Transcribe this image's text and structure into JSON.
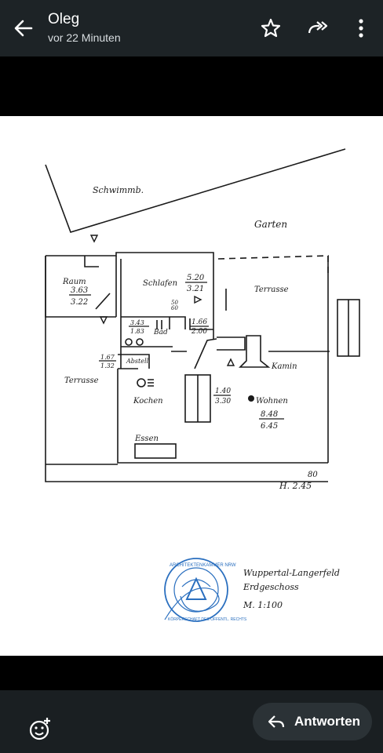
{
  "header": {
    "sender_name": "Oleg",
    "timestamp": "vor 22 Minuten",
    "icons": [
      "back-arrow-icon",
      "star-icon",
      "forward-icon",
      "more-vert-icon"
    ]
  },
  "floorplan": {
    "labels": {
      "pool": "Schwimmb.",
      "garden": "Garten",
      "room": "Raum",
      "room_w": "3.63",
      "room_d": "3.22",
      "bedroom": "Schlafen",
      "bedroom_w": "5.20",
      "bedroom_d": "3.21",
      "terrace_right": "Terrasse",
      "terrace_left": "Terrasse",
      "bath_w": "3.43",
      "bath_d": "1.83",
      "bath": "Bad",
      "hall_w": "1.66",
      "hall_d": "2.00",
      "small_top": "50",
      "small_bottom": "60",
      "storage_w": "1.67",
      "storage_d": "1.32",
      "storage": "Abstell",
      "fireplace": "Kamin",
      "kitchen": "Kochen",
      "counter_w": "1.40",
      "counter_d": "3.30",
      "living": "Wohnen",
      "living_w": "8.48",
      "living_d": "6.45",
      "dining": "Essen",
      "num_80": "80",
      "height": "H. 2.45"
    },
    "caption": {
      "line1": "Wuppertal-Langerfeld",
      "line2": "Erdgeschoss",
      "scale": "M. 1:100"
    },
    "stamp": {
      "top": "ARCHITEKTENKAMMER NRW",
      "bottom": "KÖRPERSCHAFT DES ÖFFENTL. RECHTS"
    }
  },
  "footer": {
    "reply_label": "Antworten",
    "icons": [
      "emoji-add-icon",
      "reply-icon"
    ]
  },
  "colors": {
    "header_bg": "#1d2326",
    "footer_bg": "#1a1f22",
    "reply_bg": "#2b3236",
    "ink": "#1a1a1a",
    "stamp": "#2a6fbf"
  }
}
